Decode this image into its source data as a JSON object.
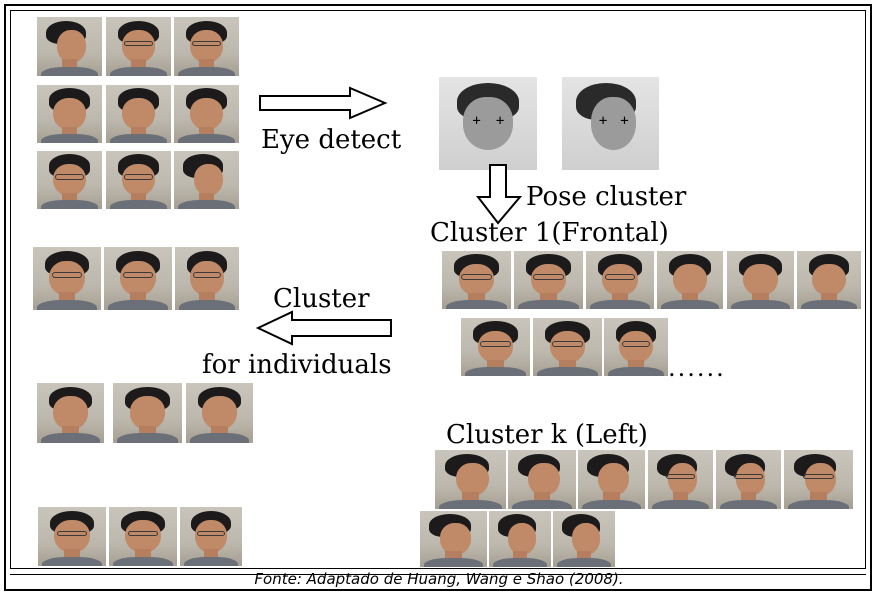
{
  "labels": {
    "eye_detect": "Eye detect",
    "pose_cluster": "Pose cluster",
    "cluster_1": "Cluster 1(Frontal)",
    "cluster_word": "Cluster",
    "for_individuals": "for individuals",
    "ellipsis": "......",
    "cluster_k": "Cluster k (Left)"
  },
  "caption": "Fonte: Adaptado de Huang, Wang e Shao (2008).",
  "icons": {
    "arrow_right": "arrow-right-icon",
    "arrow_down": "arrow-down-icon",
    "arrow_left": "arrow-left-icon"
  }
}
